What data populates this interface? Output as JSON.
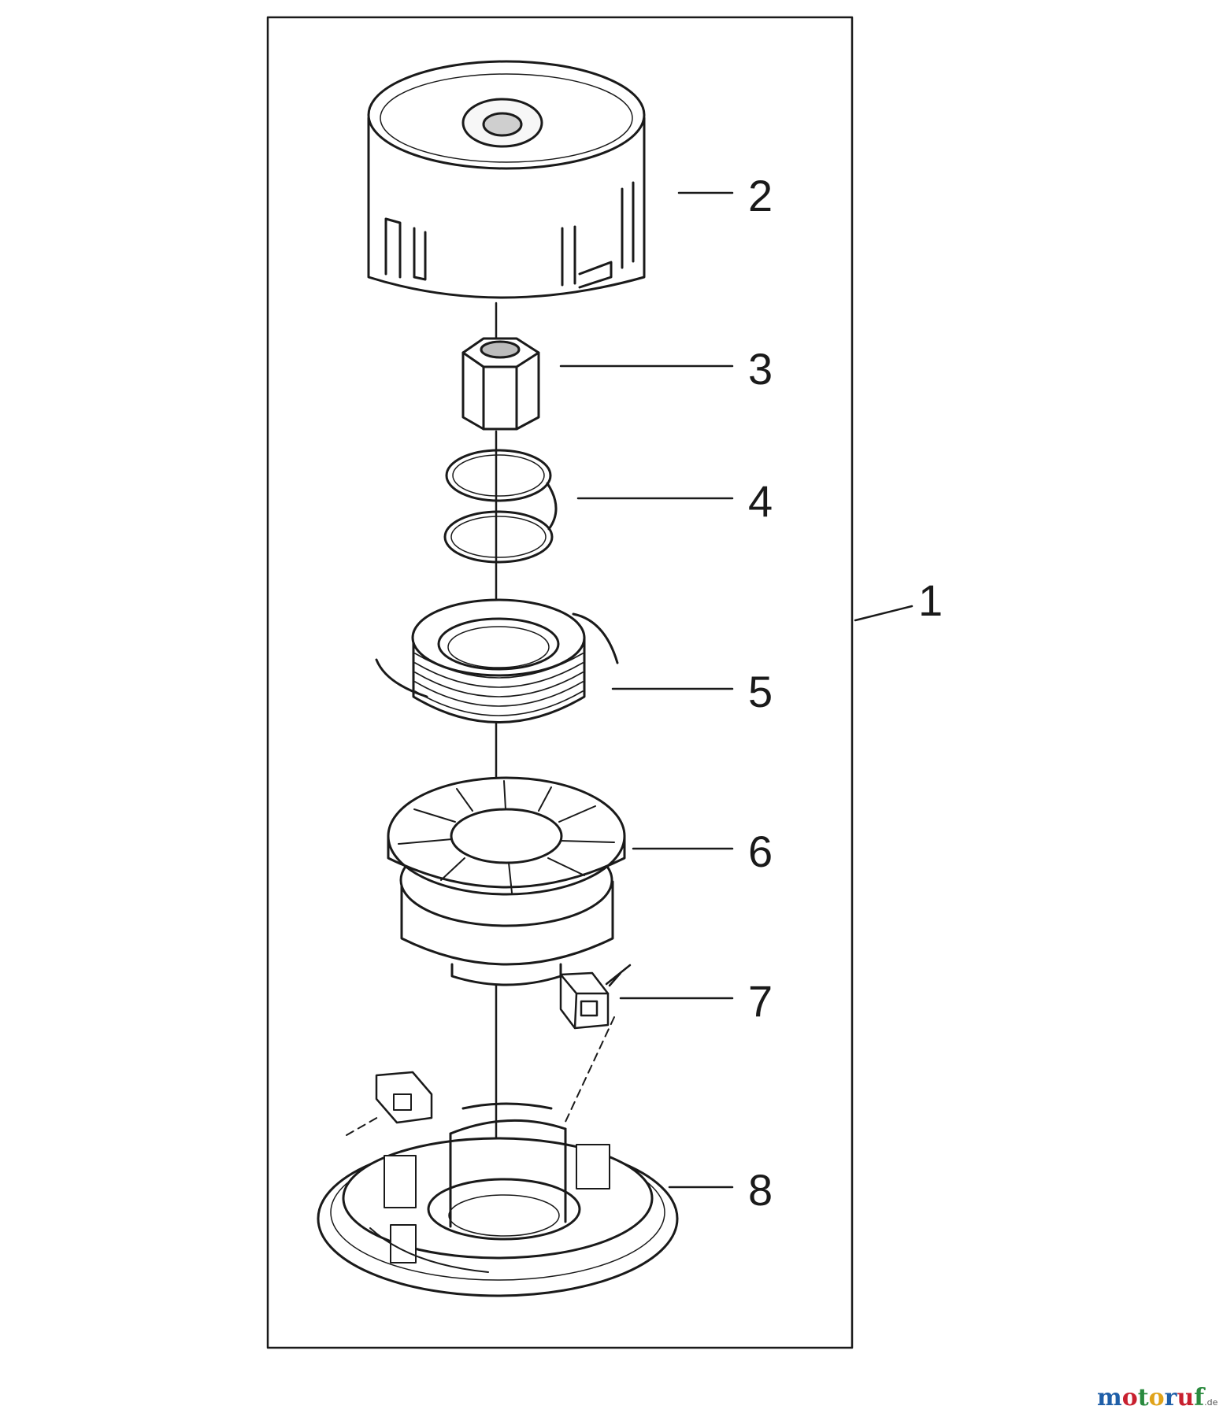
{
  "callouts": {
    "c1": "1",
    "c2": "2",
    "c3": "3",
    "c4": "4",
    "c5": "5",
    "c6": "6",
    "c7": "7",
    "c8": "8"
  },
  "watermark": {
    "letters": [
      "m",
      "o",
      "t",
      "o",
      "r",
      "u",
      "f"
    ],
    "letter_colors": [
      "#1f5fa8",
      "#c8202f",
      "#2a8a3e",
      "#e0a31a",
      "#1f5fa8",
      "#c8202f",
      "#2a8a3e"
    ],
    "tld": ".de"
  },
  "colors": {
    "ink": "#1a1a1a",
    "background": "#ffffff"
  }
}
